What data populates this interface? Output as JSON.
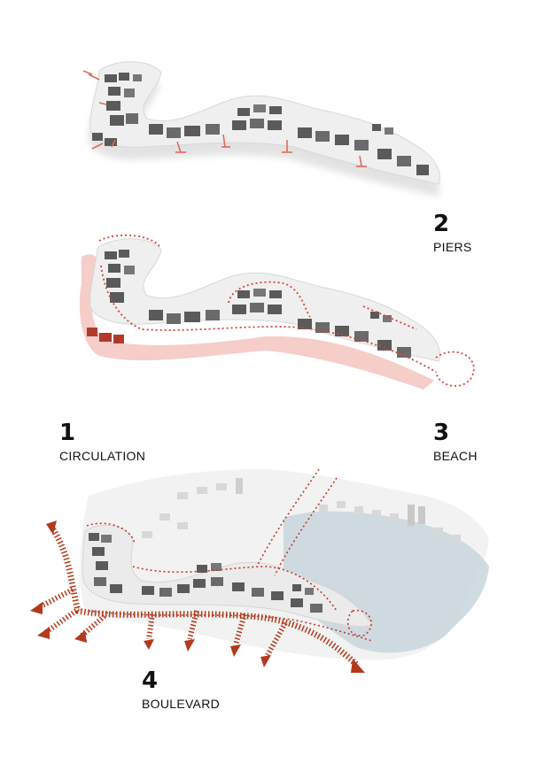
{
  "diagrams": [
    {
      "number": "1",
      "caption": "CIRCULATION"
    },
    {
      "number": "2",
      "caption": "PIERS"
    },
    {
      "number": "3",
      "caption": "BEACH"
    },
    {
      "number": "4",
      "caption": "BOULEVARD"
    }
  ],
  "colors": {
    "accent": "#d9534a",
    "accent_dark": "#b23a1c",
    "beach_fill": "#f3c4c0",
    "building": "#555555",
    "ground": "#eeeeee",
    "water": "#c9d6dd"
  }
}
